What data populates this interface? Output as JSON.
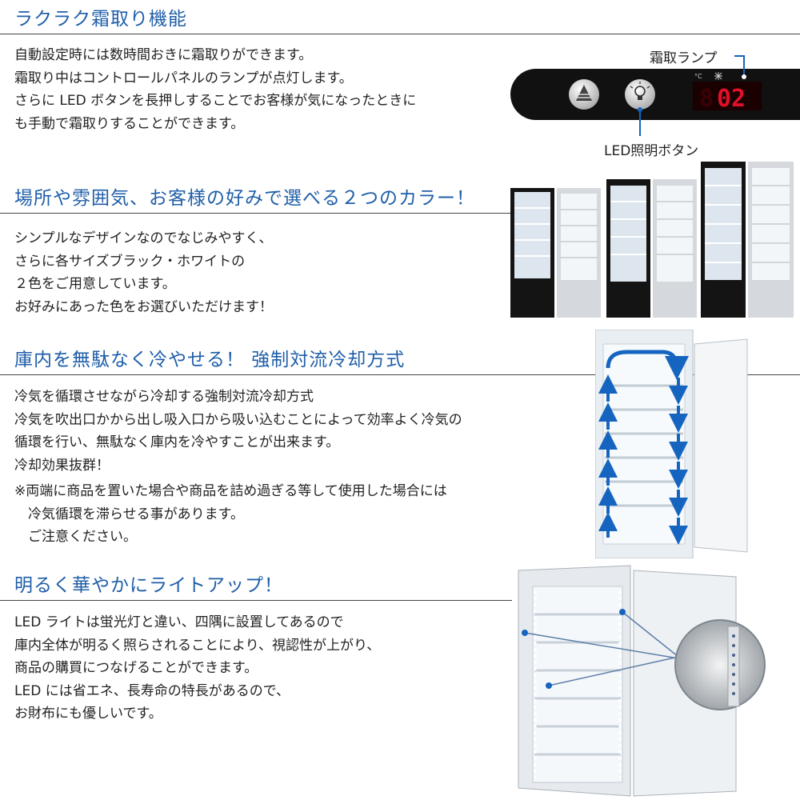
{
  "sections": [
    {
      "heading": "ラクラク霜取り機能",
      "lines": [
        "自動設定時には数時間おきに霜取りができます。",
        "霜取り中はコントロールパネルのランプが点灯します。",
        "さらに LED ボタンを長押しすることでお客様が気になったときに",
        "も手動で霜取りすることができます。"
      ]
    },
    {
      "heading": "場所や雰囲気、お客様の好みで選べる２つのカラー！",
      "lines": [
        "シンプルなデザインなのでなじみやすく、",
        "さらに各サイズブラック・ホワイトの",
        "２色をご用意しています。",
        "お好みにあった色をお選びいただけます！"
      ]
    },
    {
      "heading": "庫内を無駄なく冷やせる！ 強制対流冷却方式",
      "lines": [
        "冷気を循環させながら冷却する強制対流冷却方式",
        "冷気を吹出口かから出し吸入口から吸い込むことによって効率よく冷気の",
        "循環を行い、無駄なく庫内を冷やすことが出来ます。",
        "冷却効果抜群！"
      ],
      "note_lines": [
        "※両端に商品を置いた場合や商品を詰め過ぎる等して使用した場合には",
        "　冷気循環を滞らせる事があります。",
        "　ご注意ください。"
      ]
    },
    {
      "heading": "明るく華やかにライトアップ！",
      "lines": [
        "LED ライトは蛍光灯と違い、四隅に設置してあるので",
        "庫内全体が明るく照らされることにより、視認性が上がり、",
        "商品の購買につなげることができます。",
        "LED には省エネ、長寿命の特長があるので、",
        "お財布にも優しいです。"
      ]
    }
  ],
  "panel": {
    "lamp_label": "霜取ランプ",
    "button_label": "LED照明ボタン",
    "display_value": "02",
    "unit_label": "°C"
  },
  "colors": {
    "heading": "#1f5ea8",
    "arrow": "#1565c0",
    "display_red": "#e0102a"
  }
}
